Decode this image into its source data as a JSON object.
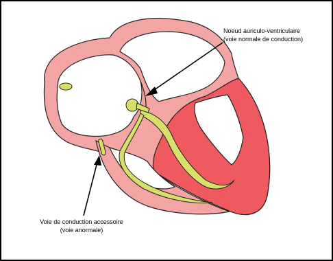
{
  "labels": {
    "av_node_line1": "Noeud auriculo-ventriculaire",
    "av_node_line2": "(voie normale de conduction)",
    "accessory_line1": "Voie de conduction accessoire",
    "accessory_line2": "(voie anormale)"
  },
  "colors": {
    "heart_wall": "#f2a5a3",
    "ventricle_wall": "#ee5a60",
    "conduction": "#d9e06a",
    "outline": "#222222",
    "arrow": "#000000"
  }
}
